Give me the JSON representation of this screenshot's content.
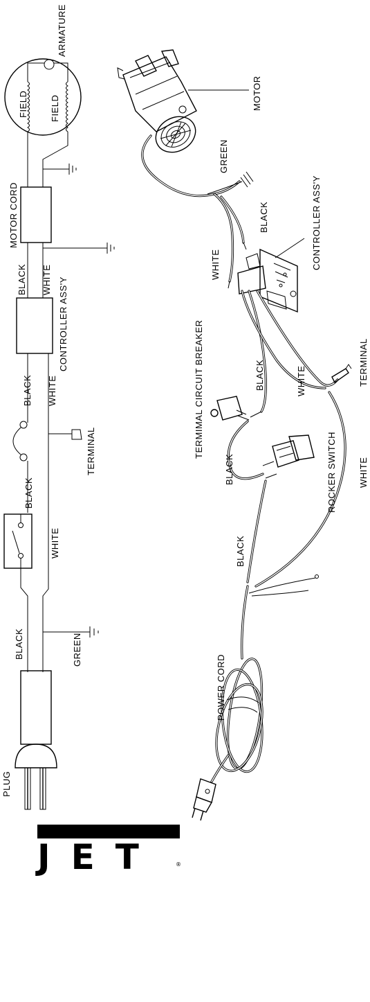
{
  "schematic": {
    "armature": "ARMATURE",
    "field_left": "FIELD",
    "field_right": "FIELD",
    "motor_cord": "MOTOR CORD",
    "black_1": "BLACK",
    "white_1": "WHITE",
    "controller": "CONTROLLER ASS'Y",
    "black_2": "BLACK",
    "white_2": "WHITE",
    "terminal": "TERMINAL",
    "black_3": "BLACK",
    "white_3": "WHITE",
    "black_4": "BLACK",
    "green": "GREEN",
    "plug": "PLUG"
  },
  "pictorial": {
    "motor": "MOTOR",
    "green": "GREEN",
    "black_1": "BLACK",
    "controller": "CONTROLLER ASS'Y",
    "white_1": "WHITE",
    "circuit_breaker": "TERMIMAL CIRCUIT BREAKER",
    "black_2": "BLACK",
    "white_2": "WHITE",
    "terminal": "TERMINAL",
    "black_3": "BLACK",
    "rocker_switch": "ROCKER SWITCH",
    "white_3": "WHITE",
    "black_4": "BLACK",
    "power_cord": "POWER CORD"
  },
  "logo": {
    "text": "JET",
    "mark": "®"
  }
}
